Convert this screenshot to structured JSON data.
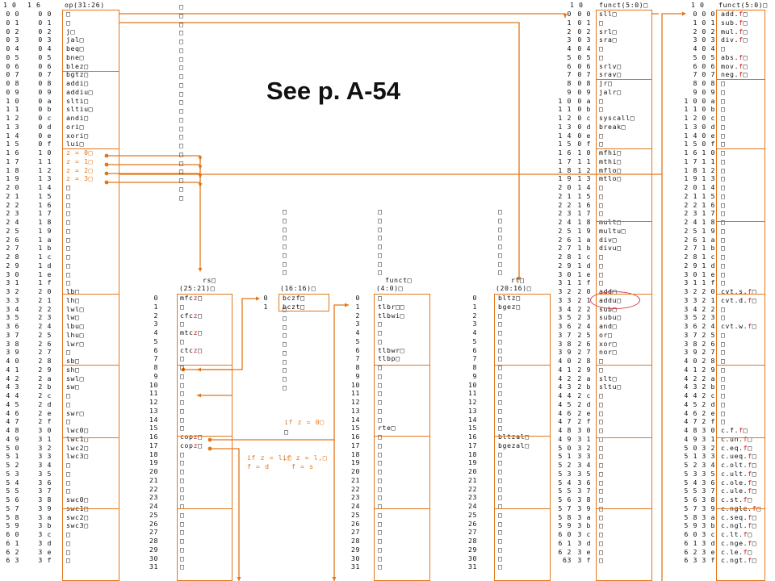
{
  "title": "See p. A-54",
  "colors": {
    "accent": "#e2761a",
    "red": "#c81414",
    "ellipse": "#d23a4a"
  },
  "opcode": {
    "header": "op(31:26)",
    "col0_header": "1 0",
    "col1_header": "1 6",
    "col0": [
      "0 0",
      "0 1",
      "0 2",
      "0 3",
      "0 4",
      "0 5",
      "0 6",
      "0 7",
      "0 8",
      "0 9",
      "1 0",
      "1 1",
      "1 2",
      "1 3",
      "1 4",
      "1 5",
      "1 6",
      "1 7",
      "1 8",
      "1 9",
      "2 0",
      "2 1",
      "2 2",
      "2 3",
      "2 4",
      "2 5",
      "2 6",
      "2 7",
      "2 8",
      "2 9",
      "3 0",
      "3 1",
      "3 2",
      "3 3",
      "3 4",
      "3 5",
      "3 6",
      "3 7",
      "3 8",
      "3 9",
      "4 0",
      "4 1",
      "4 2",
      "4 3",
      "4 4",
      "4 5",
      "4 6",
      "4 7",
      "4 8",
      "4 9",
      "5 0",
      "5 1",
      "5 2",
      "5 3",
      "5 4",
      "5 5",
      "5 6",
      "5 7",
      "5 8",
      "5 9",
      "6 0",
      "6 1",
      "6 2",
      "6 3"
    ],
    "col1": [
      "0 0",
      "0 1",
      "0 2",
      "0 3",
      "0 4",
      "0 5",
      "0 6",
      "0 7",
      "0 8",
      "0 9",
      "0 a",
      "0 b",
      "0 c",
      "0 d",
      "0 e",
      "0 f",
      "1 0",
      "1 1",
      "1 2",
      "1 3",
      "1 4",
      "1 5",
      "1 6",
      "1 7",
      "1 8",
      "1 9",
      "1 a",
      "1 b",
      "1 c",
      "1 d",
      "1 e",
      "1 f",
      "2 0",
      "2 1",
      "2 2",
      "2 3",
      "2 4",
      "2 5",
      "2 6",
      "2 7",
      "2 8",
      "2 9",
      "2 a",
      "2 b",
      "2 c",
      "2 d",
      "2 e",
      "2 f",
      "3 0",
      "3 1",
      "3 2",
      "3 3",
      "3 4",
      "3 5",
      "3 6",
      "3 7",
      "3 8",
      "3 9",
      "3 a",
      "3 b",
      "3 c",
      "3 d",
      "3 e",
      "3 f"
    ],
    "names": [
      "□",
      "□",
      "j□",
      "jal□",
      "beq□",
      "bne□",
      "blez□",
      "bgtz□",
      "addi□",
      "addiu□",
      "slti□",
      "sltiu□",
      "andi□",
      "ori□",
      "xori□",
      "lui□",
      "z = 0□",
      "z = 1□",
      "z = 2□",
      "z = 3□",
      "□",
      "□",
      "□",
      "□",
      "□",
      "□",
      "□",
      "□",
      "□",
      "□",
      "□",
      "□",
      "lb□",
      "lh□",
      "lwl□",
      "lw□",
      "lbu□",
      "lhu□",
      "lwr□",
      "□",
      "sb□",
      "sh□",
      "swl□",
      "sw□",
      "□",
      "□",
      "swr□",
      "□",
      "lwc0□",
      "lwc1□",
      "lwc2□",
      "lwc3□",
      "□",
      "□",
      "□",
      "□",
      "swc0□",
      "swc1□",
      "swc2□",
      "swc3□",
      "□",
      "□",
      "□",
      "□"
    ]
  },
  "squares_col": {
    "cells": [
      "□",
      "□",
      "□",
      "□",
      "□",
      "□",
      "□",
      "□",
      "□",
      "□",
      "□",
      "□",
      "□",
      "□",
      "□",
      "□",
      "□",
      "□",
      "□",
      "□",
      "□",
      "□",
      "□"
    ]
  },
  "rs": {
    "label": "rs□",
    "header": "(25:21)□",
    "nums": [
      "0",
      "1",
      "2",
      "3",
      "4",
      "5",
      "6",
      "7",
      "8",
      "9",
      "10",
      "11",
      "12",
      "13",
      "14",
      "15",
      "16",
      "17",
      "18",
      "19",
      "20",
      "21",
      "22",
      "23",
      "24",
      "25",
      "26",
      "27",
      "28",
      "29",
      "30",
      "31"
    ],
    "names": [
      [
        "mfc",
        "z",
        "□"
      ],
      [
        "□",
        "",
        ""
      ],
      [
        "cfc",
        "z",
        "□"
      ],
      [
        "□",
        "",
        ""
      ],
      [
        "mtc",
        "z",
        "□"
      ],
      [
        "□",
        "",
        ""
      ],
      [
        "ctc",
        "z",
        "□"
      ],
      [
        "□",
        "",
        ""
      ],
      [
        "□",
        "",
        ""
      ],
      [
        "□",
        "",
        ""
      ],
      [
        "□",
        "",
        ""
      ],
      [
        "□",
        "",
        ""
      ],
      [
        "□",
        "",
        ""
      ],
      [
        "□",
        "",
        ""
      ],
      [
        "□",
        "",
        ""
      ],
      [
        "□",
        "",
        ""
      ],
      [
        "cop",
        "z",
        "□"
      ],
      [
        "cop",
        "z",
        "□"
      ],
      [
        "□",
        "",
        ""
      ],
      [
        "□",
        "",
        ""
      ],
      [
        "□",
        "",
        ""
      ],
      [
        "□",
        "",
        ""
      ],
      [
        "□",
        "",
        ""
      ],
      [
        "□",
        "",
        ""
      ],
      [
        "□",
        "",
        ""
      ],
      [
        "□",
        "",
        ""
      ],
      [
        "□",
        "",
        ""
      ],
      [
        "□",
        "",
        ""
      ],
      [
        "□",
        "",
        ""
      ],
      [
        "□",
        "",
        ""
      ],
      [
        "□",
        "",
        ""
      ],
      [
        "□",
        "",
        ""
      ]
    ]
  },
  "rt16": {
    "header": "(16:16)□",
    "nums": [
      "0",
      "1"
    ],
    "names": [
      "bczf□",
      "bczt□"
    ],
    "squares": [
      "□",
      "□",
      "□",
      "□",
      "□",
      "□",
      "□",
      "□",
      "□",
      "□",
      "□",
      "□",
      "□",
      "□",
      "□",
      "□",
      "□",
      "□"
    ]
  },
  "funct40": {
    "label": "funct□",
    "header": "(4:0)□",
    "nums": [
      "0",
      "1",
      "2",
      "3",
      "4",
      "5",
      "6",
      "7",
      "8",
      "9",
      "10",
      "11",
      "12",
      "13",
      "14",
      "15",
      "16",
      "17",
      "18",
      "19",
      "20",
      "21",
      "22",
      "23",
      "24",
      "25",
      "26",
      "27",
      "28",
      "29",
      "30",
      "31"
    ],
    "names": [
      "□",
      "tlbr□□",
      "tlbwi□",
      "□",
      "□",
      "□",
      "tlbwr□",
      "tlbp□",
      "□",
      "□",
      "□",
      "□",
      "□",
      "□",
      "□",
      "rte□",
      "□",
      "□",
      "□",
      "□",
      "□",
      "□",
      "□",
      "□",
      "□",
      "□",
      "□",
      "□",
      "□",
      "□",
      "□",
      "□"
    ],
    "squares": [
      "□",
      "□",
      "□",
      "□",
      "□",
      "□",
      "□",
      "□"
    ]
  },
  "rt2016": {
    "label": "rt□",
    "header": "(20:16)□",
    "nums": [
      "0",
      "1",
      "2",
      "3",
      "4",
      "5",
      "6",
      "7",
      "8",
      "9",
      "10",
      "11",
      "12",
      "13",
      "14",
      "15",
      "16",
      "17",
      "18",
      "19",
      "20",
      "21",
      "22",
      "23",
      "24",
      "25",
      "26",
      "27",
      "28",
      "29",
      "30",
      "31"
    ],
    "names": [
      "bltz□",
      "bgez□",
      "□",
      "□",
      "□",
      "□",
      "□",
      "□",
      "□",
      "□",
      "□",
      "□",
      "□",
      "□",
      "□",
      "□",
      "bltzal□",
      "bgezal□",
      "□",
      "□",
      "□",
      "□",
      "□",
      "□",
      "□",
      "□",
      "□",
      "□",
      "□",
      "□",
      "□",
      "□"
    ],
    "squares": [
      "□",
      "□",
      "□",
      "□",
      "□",
      "□",
      "□",
      "□"
    ]
  },
  "funct": {
    "header": "funct(5:0)□",
    "col0_header": "1 0",
    "col1_header": "1 0",
    "col0": [
      "0",
      "1",
      "2",
      "3",
      "4",
      "5",
      "6",
      "7",
      "8",
      "9",
      "1 0",
      "1 1",
      "1 2",
      "1 3",
      "1 4",
      "1 5",
      "1 6",
      "1 7",
      "1 8",
      "1 9",
      "2 0",
      "2 1",
      "2 2",
      "2 3",
      "2 4",
      "2 5",
      "2 6",
      "2 7",
      "2 8",
      "2 9",
      "3 0",
      "3 1",
      "3 2",
      "3 3",
      "3 4",
      "3 5",
      "3 6",
      "3 7",
      "3 8",
      "3 9",
      "4 0",
      "4 1",
      "4 2",
      "4 3",
      "4 4",
      "4 5",
      "4 6",
      "4 7",
      "4 8",
      "4 9",
      "5 0",
      "5 1",
      "5 2",
      "5 3",
      "5 4",
      "5 5",
      "5 6",
      "5 7",
      "5 8",
      "5 9",
      "6 0",
      "6 1",
      "6 2",
      "63"
    ],
    "col1": [
      "0 0",
      "0 1",
      "0 2",
      "0 3",
      "0 4",
      "0 5",
      "0 6",
      "0 7",
      "0 8",
      "0 9",
      "0 a",
      "0 b",
      "0 c",
      "0 d",
      "0 e",
      "0 f",
      "1 0",
      "1 1",
      "1 2",
      "1 3",
      "1 4",
      "1 5",
      "1 6",
      "1 7",
      "1 8",
      "1 9",
      "1 a",
      "1 b",
      "1 c",
      "1 d",
      "1 e",
      "1 f",
      "2 0",
      "2 1",
      "2 2",
      "2 3",
      "2 4",
      "2 5",
      "2 6",
      "2 7",
      "2 8",
      "2 9",
      "2 a",
      "2 b",
      "2 c",
      "2 d",
      "2 e",
      "2 f",
      "3 0",
      "3 1",
      "3 2",
      "3 3",
      "3 4",
      "3 5",
      "3 6",
      "3 7",
      "3 8",
      "3 9",
      "3 a",
      "3 b",
      "3 c",
      "3 d",
      "3 e",
      "3 f"
    ],
    "names": [
      "sll□",
      "□",
      "srl□",
      "sra□",
      "□",
      "□",
      "srlv□",
      "srav□",
      "jr□",
      "jalr□",
      "□",
      "□",
      "syscall□",
      "break□",
      "□",
      "□",
      "mfhi□",
      "mthi□",
      "mflo□",
      "mtlo□",
      "□",
      "□",
      "□",
      "□",
      "mult□",
      "multu□",
      "div□",
      "divu□",
      "□",
      "□",
      "□",
      "□",
      "add□",
      "addu□",
      "sub□",
      "subu□",
      "and□",
      "or□",
      "xor□",
      "nor□",
      "□",
      "□",
      "slt□",
      "sltu□",
      "□",
      "□",
      "□",
      "□",
      "□",
      "□",
      "□",
      "□",
      "□",
      "□",
      "□",
      "□",
      "□",
      "□",
      "□",
      "□",
      "□",
      "□",
      "□",
      "□"
    ]
  },
  "ffunct": {
    "header": "funct(5:0)□",
    "col0_header": "1 0",
    "col1_header": "1 6",
    "col0": [
      "0",
      "1",
      "2",
      "3",
      "4",
      "5",
      "6",
      "7",
      "8",
      "9",
      "1 0",
      "1 1",
      "1 2",
      "1 3",
      "1 4",
      "1 5",
      "1 6",
      "1 7",
      "1 8",
      "1 9",
      "2 0",
      "2 1",
      "2 2",
      "2 3",
      "2 4",
      "2 5",
      "2 6",
      "2 7",
      "2 8",
      "2 9",
      "3 0",
      "3 1",
      "3 2",
      "3 3",
      "3 4",
      "3 5",
      "3 6",
      "3 7",
      "3 8",
      "3 9",
      "4 0",
      "4 1",
      "4 2",
      "4 3",
      "4 4",
      "4 5",
      "4 6",
      "4 7",
      "4 8",
      "4 9",
      "5 0",
      "5 1",
      "5 2",
      "5 3",
      "5 4",
      "5 5",
      "5 6",
      "5 7",
      "5 8",
      "5 9",
      "6 0",
      "6 1",
      "6 2",
      "6 3"
    ],
    "col1": [
      "0 0",
      "0 1",
      "0 2",
      "0 3",
      "0 4",
      "0 5",
      "0 6",
      "0 7",
      "0 8",
      "0 9",
      "0 a",
      "0 b",
      "0 c",
      "0 d",
      "0 e",
      "0 f",
      "1 0",
      "1 1",
      "1 2",
      "1 3",
      "1 4",
      "1 5",
      "1 6",
      "1 7",
      "1 8",
      "1 9",
      "1 a",
      "1 b",
      "1 c",
      "1 d",
      "1 e",
      "1 f",
      "2 0",
      "2 1",
      "2 2",
      "2 3",
      "2 4",
      "2 5",
      "2 6",
      "2 7",
      "2 8",
      "2 9",
      "2 a",
      "2 b",
      "2 c",
      "2 d",
      "2 e",
      "2 f",
      "3 0",
      "3 1",
      "3 2",
      "3 3",
      "3 4",
      "3 5",
      "3 6",
      "3 7",
      "3 8",
      "3 9",
      "3 a",
      "3 b",
      "3 c",
      "3 d",
      "3 e",
      "3 f"
    ],
    "names": [
      [
        "add.",
        "f",
        "□"
      ],
      [
        "sub.",
        "f",
        "□"
      ],
      [
        "mul.",
        "f",
        "□"
      ],
      [
        "div.",
        "f",
        "□"
      ],
      [
        "□",
        "",
        ""
      ],
      [
        "abs.",
        "f",
        "□"
      ],
      [
        "mov.",
        "f",
        "□"
      ],
      [
        "neg.",
        "f",
        "□"
      ],
      [
        "□",
        "",
        ""
      ],
      [
        "□",
        "",
        ""
      ],
      [
        "□",
        "",
        ""
      ],
      [
        "□",
        "",
        ""
      ],
      [
        "□",
        "",
        ""
      ],
      [
        "□",
        "",
        ""
      ],
      [
        "□",
        "",
        ""
      ],
      [
        "□",
        "",
        ""
      ],
      [
        "□",
        "",
        ""
      ],
      [
        "□",
        "",
        ""
      ],
      [
        "□",
        "",
        ""
      ],
      [
        "□",
        "",
        ""
      ],
      [
        "□",
        "",
        ""
      ],
      [
        "□",
        "",
        ""
      ],
      [
        "□",
        "",
        ""
      ],
      [
        "□",
        "",
        ""
      ],
      [
        "□",
        "",
        ""
      ],
      [
        "□",
        "",
        ""
      ],
      [
        "□",
        "",
        ""
      ],
      [
        "□",
        "",
        ""
      ],
      [
        "□",
        "",
        ""
      ],
      [
        "□",
        "",
        ""
      ],
      [
        "□",
        "",
        ""
      ],
      [
        "□",
        "",
        ""
      ],
      [
        "cvt.s.",
        "f",
        "□"
      ],
      [
        "cvt.d.",
        "f",
        "□"
      ],
      [
        "□",
        "",
        ""
      ],
      [
        "□",
        "",
        ""
      ],
      [
        "cvt.w.",
        "f",
        "□"
      ],
      [
        "□",
        "",
        ""
      ],
      [
        "□",
        "",
        ""
      ],
      [
        "□",
        "",
        ""
      ],
      [
        "□",
        "",
        ""
      ],
      [
        "□",
        "",
        ""
      ],
      [
        "□",
        "",
        ""
      ],
      [
        "□",
        "",
        ""
      ],
      [
        "□",
        "",
        ""
      ],
      [
        "□",
        "",
        ""
      ],
      [
        "□",
        "",
        ""
      ],
      [
        "□",
        "",
        ""
      ],
      [
        "c.f.",
        "f",
        "□"
      ],
      [
        "c.un.",
        "f",
        "□"
      ],
      [
        "c.eq.",
        "f",
        "□"
      ],
      [
        "c.ueq.",
        "f",
        "□"
      ],
      [
        "c.olt.",
        "f",
        "□"
      ],
      [
        "c.ult.",
        "f",
        "□"
      ],
      [
        "c.ole.",
        "f",
        "□"
      ],
      [
        "c.ule.",
        "f",
        "□"
      ],
      [
        "c.st.",
        "f",
        "□"
      ],
      [
        "c.ngle.",
        "f",
        "□"
      ],
      [
        "c.seq.",
        "f",
        "□"
      ],
      [
        "c.ngl.",
        "f",
        "□"
      ],
      [
        "c.lt.",
        "f",
        "□"
      ],
      [
        "c.nge.",
        "f",
        "□"
      ],
      [
        "c.le.",
        "f",
        "□"
      ],
      [
        "c.ngt.",
        "f",
        "□"
      ]
    ]
  },
  "notes": {
    "ifz0": "if z = 0□",
    "ifz0_sq": "□",
    "ifz1a": "if z = l,□",
    "ifz1b": "if z = l,□",
    "fd": "f = d",
    "fs": "f = s"
  }
}
